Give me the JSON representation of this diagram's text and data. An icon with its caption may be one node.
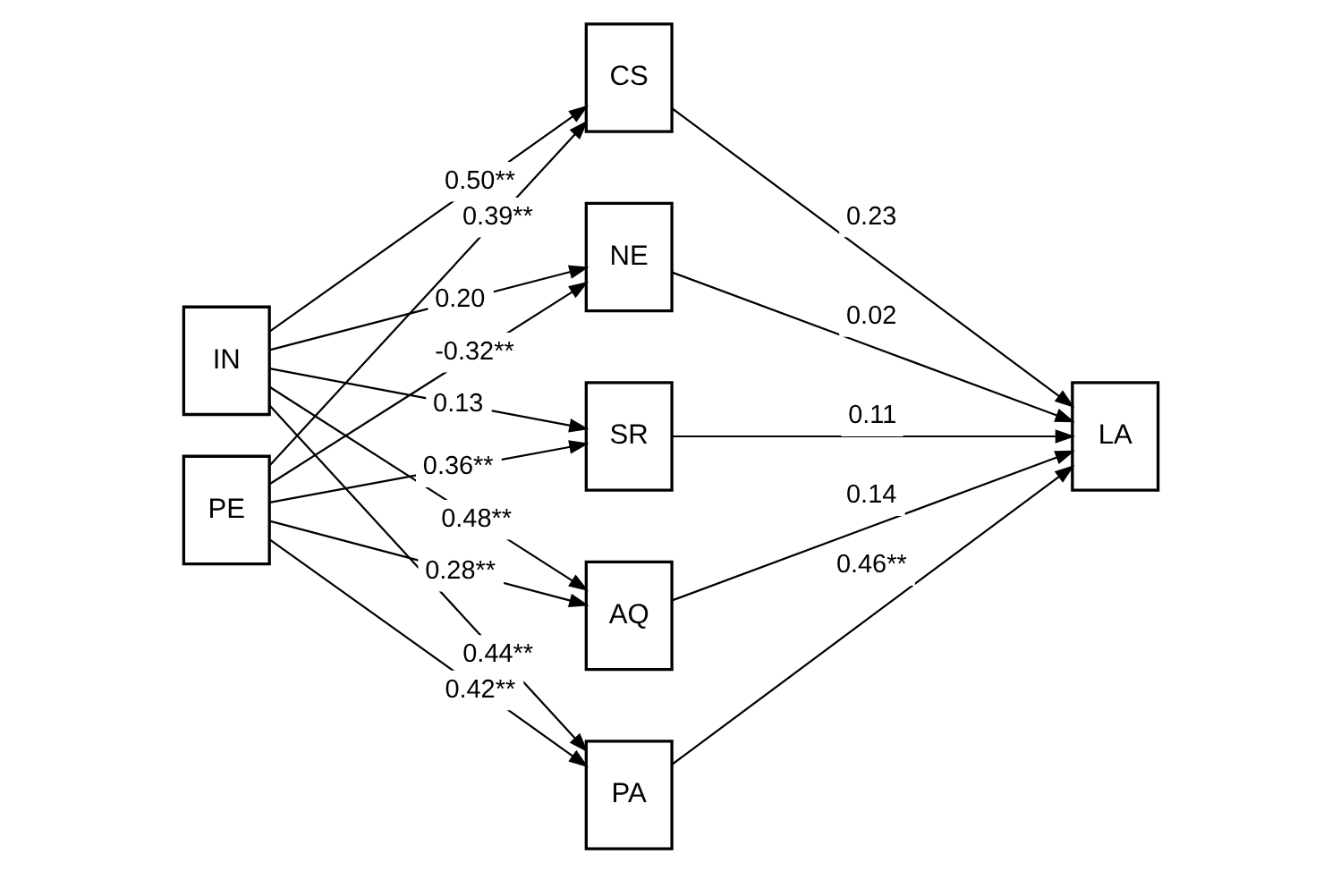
{
  "diagram": {
    "nodes": [
      {
        "text": [
          "IN"
        ]
      },
      {
        "text": [
          "PE"
        ]
      },
      {
        "text": [
          "CS"
        ]
      },
      {
        "text": [
          "NE"
        ]
      },
      {
        "text": [
          "SR"
        ]
      },
      {
        "text": [
          "AQ"
        ]
      },
      {
        "text": [
          "PA"
        ]
      },
      {
        "text": [
          "LA"
        ]
      }
    ],
    "edges": [
      {
        "from": 0,
        "to": 2,
        "arrow": "to",
        "label": "0.50**"
      },
      {
        "from": 1,
        "to": 2,
        "arrow": "to",
        "label": "0.39**"
      },
      {
        "from": 0,
        "to": 3,
        "arrow": "to",
        "label": "0.20"
      },
      {
        "from": 1,
        "to": 3,
        "arrow": "to",
        "label": "-0.32**"
      },
      {
        "from": 0,
        "to": 4,
        "arrow": "to",
        "label": "0.13"
      },
      {
        "from": 1,
        "to": 4,
        "arrow": "to",
        "label": "0.36**"
      },
      {
        "from": 0,
        "to": 5,
        "arrow": "to",
        "label": "0.48**"
      },
      {
        "from": 1,
        "to": 5,
        "arrow": "to",
        "label": "0.28**"
      },
      {
        "from": 0,
        "to": 6,
        "arrow": "to",
        "label": "0.44**"
      },
      {
        "from": 1,
        "to": 6,
        "arrow": "to",
        "label": "0.42**"
      },
      {
        "from": 2,
        "to": 7,
        "arrow": "to",
        "label": "0.23"
      },
      {
        "from": 3,
        "to": 7,
        "arrow": "to",
        "label": "0.02"
      },
      {
        "from": 4,
        "to": 7,
        "arrow": "to",
        "label": "0.11"
      },
      {
        "from": 5,
        "to": 7,
        "arrow": "to",
        "label": "0.14"
      },
      {
        "from": 6,
        "to": 7,
        "arrow": "to",
        "label": "0.46**"
      }
    ]
  }
}
